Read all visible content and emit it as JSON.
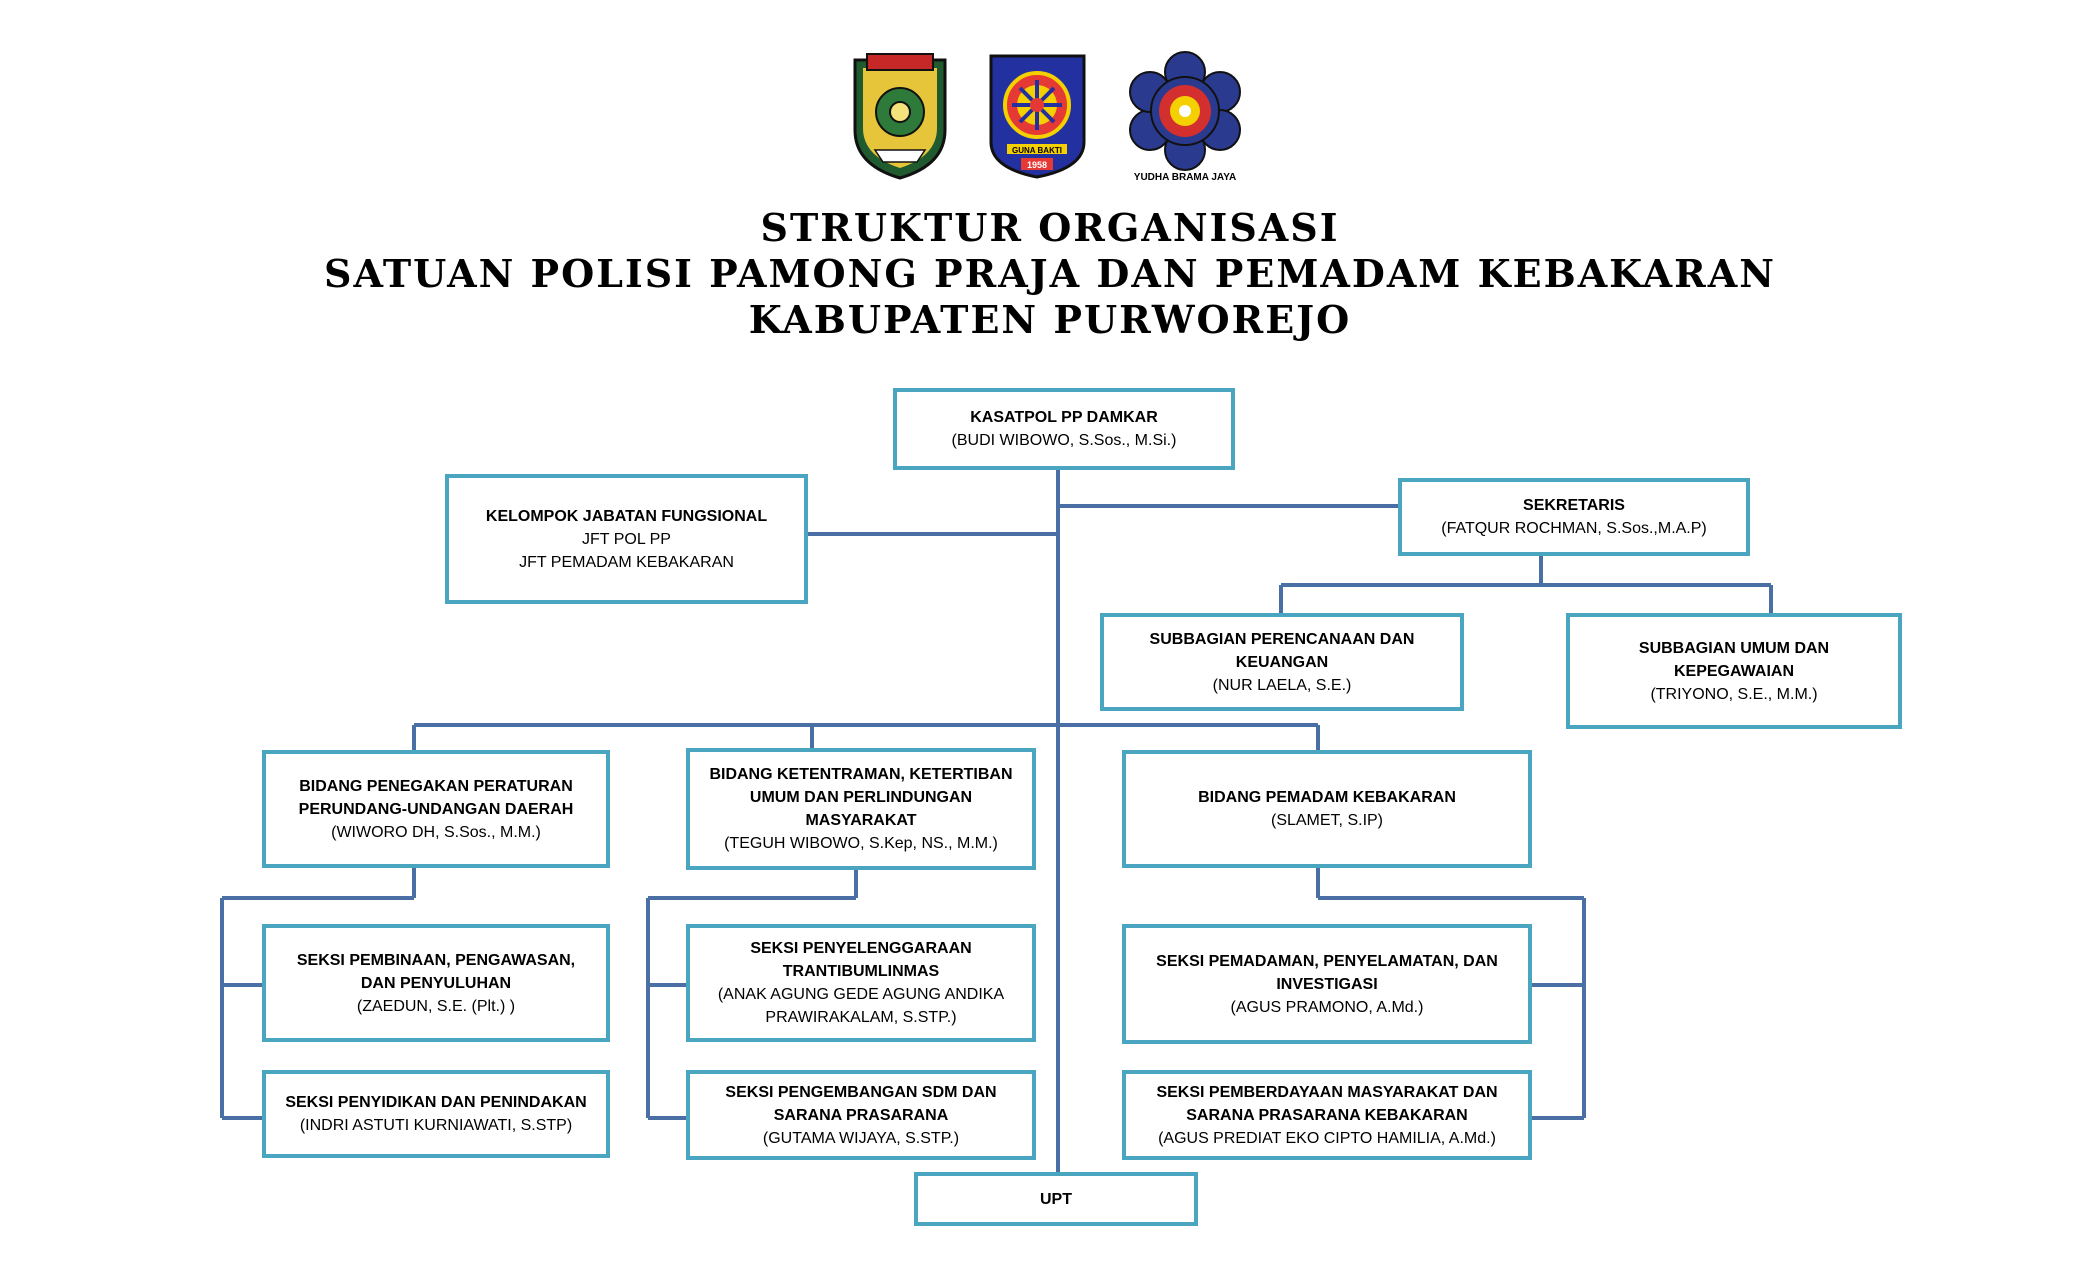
{
  "header": {
    "title_lines": [
      "STRUKTUR ORGANISASI",
      "SATUAN POLISI PAMONG PRAJA DAN PEMADAM KEBAKARAN",
      "KABUPATEN PURWOREJO"
    ],
    "logos": [
      {
        "icon": "purworejo-regency-emblem-icon"
      },
      {
        "icon": "fire-department-emblem-icon",
        "motto": "GUNA BAKTI",
        "year": "1958"
      },
      {
        "icon": "satpol-pp-emblem-icon",
        "motto": "YUDHA BRAMA JAYA"
      }
    ]
  },
  "colors": {
    "box_border": "#4aa6c0",
    "connector": "#4a6fa5"
  },
  "org": {
    "head": {
      "title": "KASATPOL PP DAMKAR",
      "name": "(BUDI WIBOWO, S.Sos., M.Si.)"
    },
    "functional": {
      "title": "KELOMPOK JABATAN FUNGSIONAL",
      "line1": "JFT POL PP",
      "line2": "JFT PEMADAM KEBAKARAN"
    },
    "secretary": {
      "title": "SEKRETARIS",
      "name": "(FATQUR ROCHMAN, S.Sos.,M.A.P)"
    },
    "sub_perencanaan": {
      "title": "SUBBAGIAN PERENCANAAN DAN KEUANGAN",
      "name": "(NUR LAELA, S.E.)"
    },
    "sub_umum": {
      "title": "SUBBAGIAN UMUM DAN KEPEGAWAIAN",
      "name": "(TRIYONO, S.E., M.M.)"
    },
    "bidang_penegakan": {
      "title": "BIDANG PENEGAKAN PERATURAN PERUNDANG-UNDANGAN DAERAH",
      "name": "(WIWORO DH, S.Sos., M.M.)"
    },
    "bidang_ketentraman": {
      "title": "BIDANG KETENTRAMAN, KETERTIBAN UMUM DAN PERLINDUNGAN MASYARAKAT",
      "name": "(TEGUH WIBOWO, S.Kep, NS., M.M.)"
    },
    "bidang_pemadam": {
      "title": "BIDANG PEMADAM KEBAKARAN",
      "name": "(SLAMET, S.IP)"
    },
    "seksi_pembinaan": {
      "title": "SEKSI PEMBINAAN, PENGAWASAN, DAN PENYULUHAN",
      "name": "(ZAEDUN, S.E. (Plt.) )"
    },
    "seksi_penyidikan": {
      "title": "SEKSI PENYIDIKAN DAN PENINDAKAN",
      "name": "(INDRI ASTUTI KURNIAWATI, S.STP)"
    },
    "seksi_penyelenggaraan": {
      "title": "SEKSI PENYELENGGARAAN TRANTIBUMLINMAS",
      "name": "(ANAK AGUNG GEDE AGUNG ANDIKA PRAWIRAKALAM, S.STP.)"
    },
    "seksi_pengembangan": {
      "title": "SEKSI PENGEMBANGAN SDM DAN SARANA PRASARANA",
      "name": "(GUTAMA WIJAYA, S.STP.)"
    },
    "seksi_pemadaman": {
      "title": "SEKSI PEMADAMAN, PENYELAMATAN, DAN INVESTIGASI",
      "name": "(AGUS PRAMONO, A.Md.)"
    },
    "seksi_pemberdayaan": {
      "title": "SEKSI PEMBERDAYAAN MASYARAKAT DAN SARANA PRASARANA KEBAKARAN",
      "name": "(AGUS PREDIAT EKO CIPTO HAMILIA, A.Md.)"
    },
    "upt": {
      "title": "UPT"
    }
  }
}
